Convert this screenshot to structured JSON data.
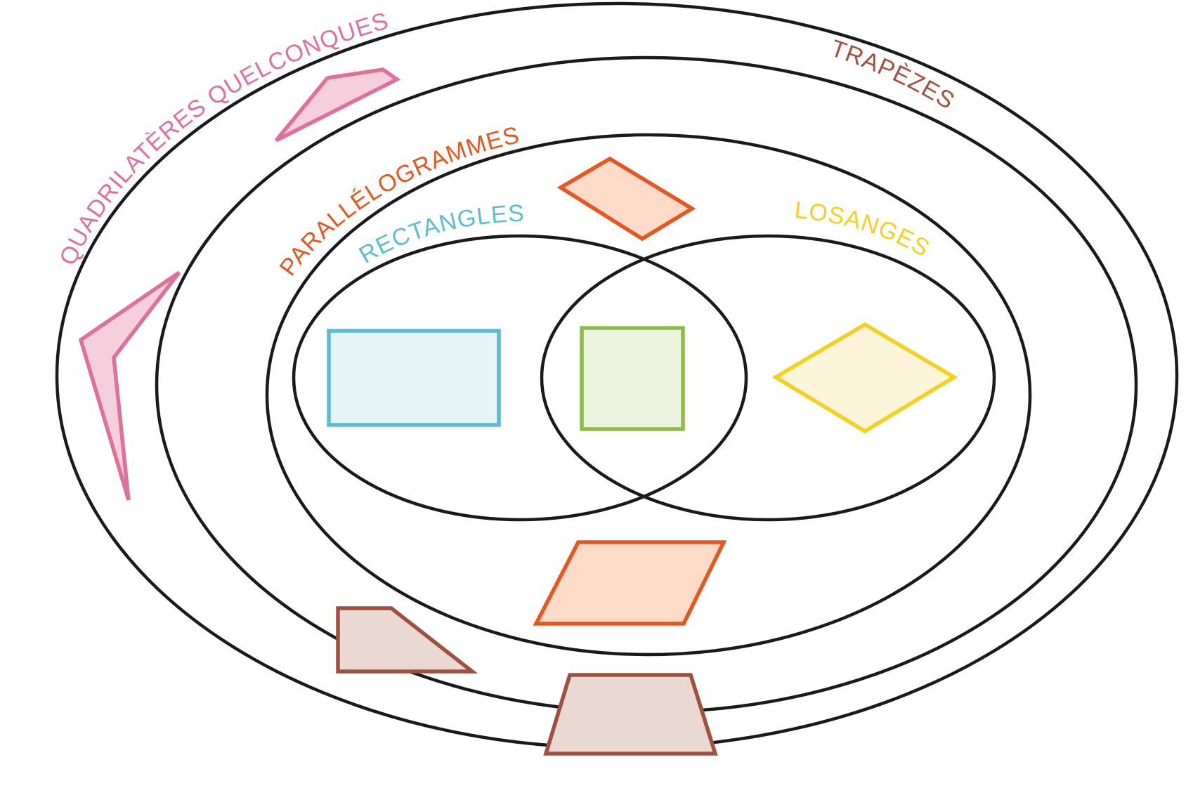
{
  "sets": {
    "quadrilateres": {
      "label": "QUADRILATÈRES QUELCONQUES",
      "color": "#e0709a",
      "fill": "#f5cfdc"
    },
    "trapezes": {
      "label": "TRAPÈZES",
      "color": "#a0503f",
      "fill": "#ead8d2"
    },
    "parallelogrammes": {
      "label": "PARALLÉLOGRAMMES",
      "color": "#e8561e",
      "fill": "#fcdcc8"
    },
    "rectangles": {
      "label": "RECTANGLES",
      "color": "#5bbcd2",
      "fill": "#e6f4f6"
    },
    "losanges": {
      "label": "LOSANGES",
      "color": "#f6d01c",
      "fill": "#fdf5d9"
    },
    "carres": {
      "color": "#8dbd48",
      "fill": "#ebf3df"
    }
  },
  "outline_color": "#1a1a1a",
  "background": "#ffffff"
}
